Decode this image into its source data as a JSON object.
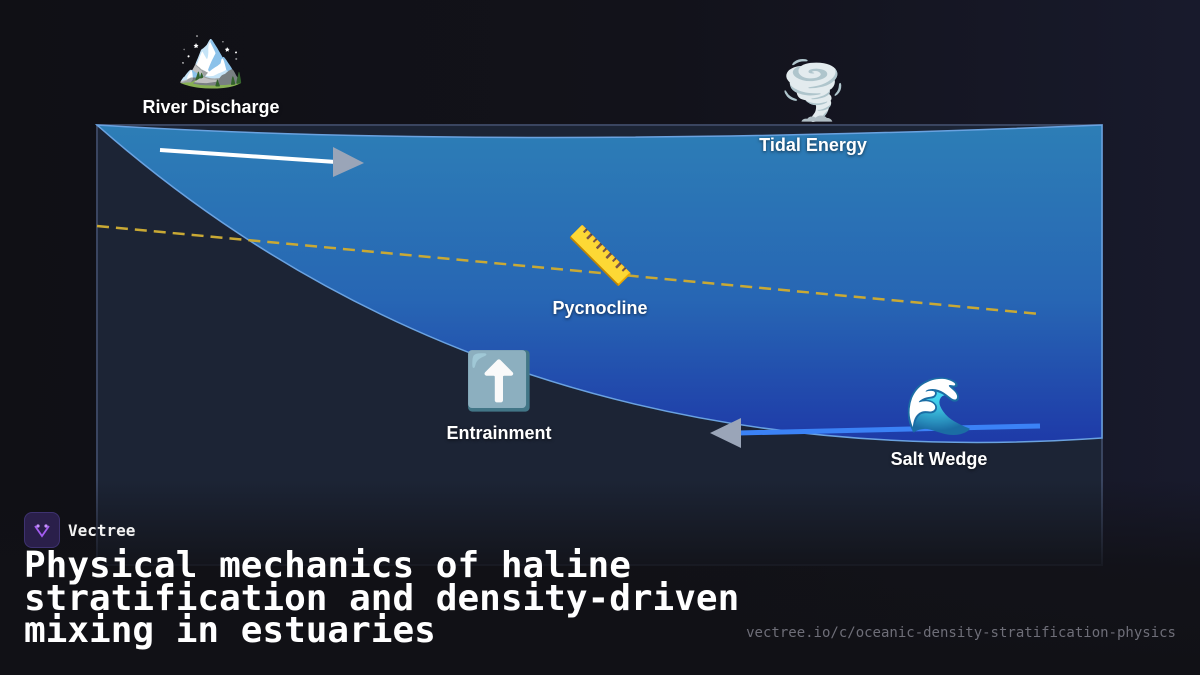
{
  "diagram": {
    "labels": {
      "river_discharge": "River Discharge",
      "tidal_energy": "Tidal Energy",
      "pycnocline": "Pycnocline",
      "entrainment": "Entrainment",
      "salt_wedge": "Salt Wedge"
    },
    "icons": {
      "river_discharge": {
        "name": "snow-capped-mountain-icon",
        "glyph": "🏔️"
      },
      "tidal_energy": {
        "name": "tornado-icon",
        "glyph": "🌪️"
      },
      "pycnocline": {
        "name": "ruler-icon",
        "glyph": "📏"
      },
      "entrainment": {
        "name": "up-arrow-icon",
        "glyph": "⬆️"
      },
      "salt_wedge": {
        "name": "water-wave-icon",
        "glyph": "🌊"
      }
    },
    "colors": {
      "fresh_water_top": "#2d7eb6",
      "fresh_water_bottom": "#1e3aa8",
      "salt_water": "#1c2435",
      "pycnocline_line": "#c9a934",
      "river_arrow": "#ffffff",
      "salt_arrow": "#3b82f6",
      "arrowhead": "#9aa5b8"
    }
  },
  "footer": {
    "brand": "Vectree",
    "title": "Physical mechanics of haline stratification and density-driven mixing in estuaries",
    "url": "vectree.io/c/oceanic-density-stratification-physics"
  }
}
